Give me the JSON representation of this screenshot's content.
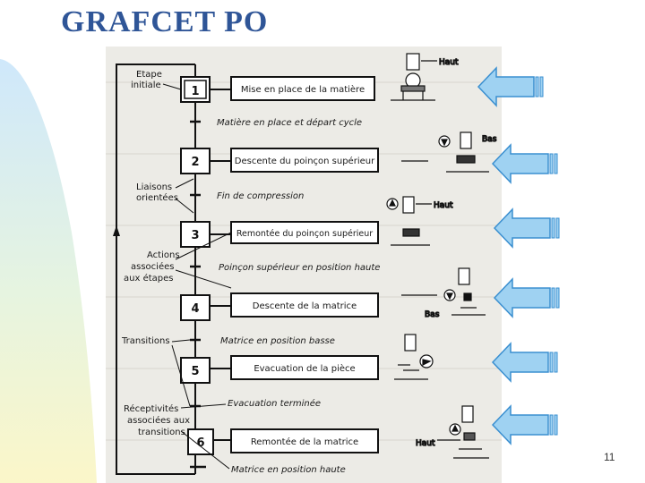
{
  "slide": {
    "title": "GRAFCET PO",
    "page_number": "11"
  },
  "grafcet": {
    "steps": [
      {
        "number": "1",
        "action": "Mise en place de la matière"
      },
      {
        "number": "2",
        "action": "Descente du poinçon supérieur"
      },
      {
        "number": "3",
        "action": "Remontée du poinçon supérieur"
      },
      {
        "number": "4",
        "action": "Descente de la matrice"
      },
      {
        "number": "5",
        "action": "Evacuation de la pièce"
      },
      {
        "number": "6",
        "action": "Remontée de la matrice"
      }
    ],
    "transitions": [
      "Matière en place et départ cycle",
      "Fin de compression",
      "Poinçon supérieur en position haute",
      "Matrice en position basse",
      "Evacuation terminée",
      "Matrice en position haute"
    ],
    "side_labels": {
      "initial_step": [
        "Etape",
        "initiale"
      ],
      "oriented_links": [
        "Liaisons",
        "orientées"
      ],
      "actions": [
        "Actions",
        "associées",
        "aux étapes"
      ],
      "transitions": "Transitions",
      "receptivities": [
        "Réceptivités",
        "associées aux",
        "transitions"
      ]
    },
    "sketch_labels": {
      "up_1": "Haut",
      "down_2": "Bas",
      "up_3": "Haut",
      "down_4": "Bas",
      "up_6": "Haut"
    }
  },
  "colors": {
    "title": "#2f5597",
    "arrow_fill": "#9fd2f2",
    "arrow_stroke": "#3a8fd0",
    "step_box": "#1a1a1a"
  },
  "arrows": [
    "left-arrow-icon",
    "left-arrow-icon",
    "left-arrow-icon",
    "left-arrow-icon",
    "left-arrow-icon",
    "left-arrow-icon"
  ]
}
